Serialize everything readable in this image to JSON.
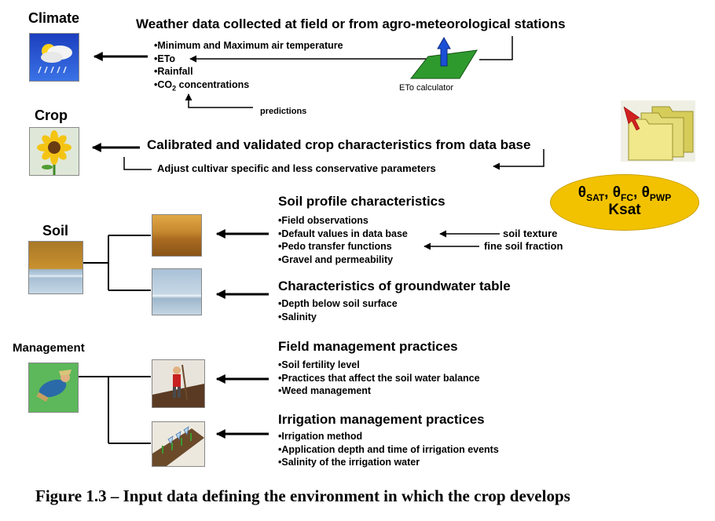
{
  "climate": {
    "label": "Climate",
    "heading": "Weather data collected at field or from agro-meteorological stations",
    "bullets": [
      "Minimum and Maximum air temperature",
      "ETo",
      "Rainfall",
      "CO",
      "concentrations"
    ],
    "co2_sub": "2",
    "eto_calculator": "ETo calculator",
    "predictions": "predictions"
  },
  "crop": {
    "label": "Crop",
    "heading": "Calibrated and validated crop characteristics from data base",
    "adjust": "Adjust cultivar specific and less conservative parameters"
  },
  "soil": {
    "label": "Soil",
    "profile_heading": "Soil profile characteristics",
    "profile_bullets": [
      "Field observations",
      "Default values in data base",
      "Pedo transfer functions",
      "Gravel and permeability"
    ],
    "soil_texture": "soil  texture",
    "fine_soil_fraction": "fine soil fraction",
    "groundwater_heading": "Characteristics of groundwater table",
    "groundwater_bullets": [
      "Depth below soil surface",
      "Salinity"
    ],
    "params": {
      "theta": "θ",
      "sat": "SAT",
      "fc": "FC",
      "pwp": "PWP",
      "sep": ", ",
      "ksat": "Ksat"
    }
  },
  "management": {
    "label": "Management",
    "field_heading": "Field management practices",
    "field_bullets": [
      "Soil fertility level",
      "Practices that affect the soil water balance",
      "Weed management"
    ],
    "irrigation_heading": "Irrigation  management practices",
    "irrigation_bullets": [
      "Irrigation method",
      "Application  depth and time of irrigation events",
      "Salinity of the irrigation water"
    ]
  },
  "caption": "Figure 1.3 – Input data defining the environment in which the crop develops",
  "colors": {
    "ellipse": "#f2c200",
    "calculator_pad": "#2e9a2e",
    "arrow_blue": "#1b4fd6"
  }
}
